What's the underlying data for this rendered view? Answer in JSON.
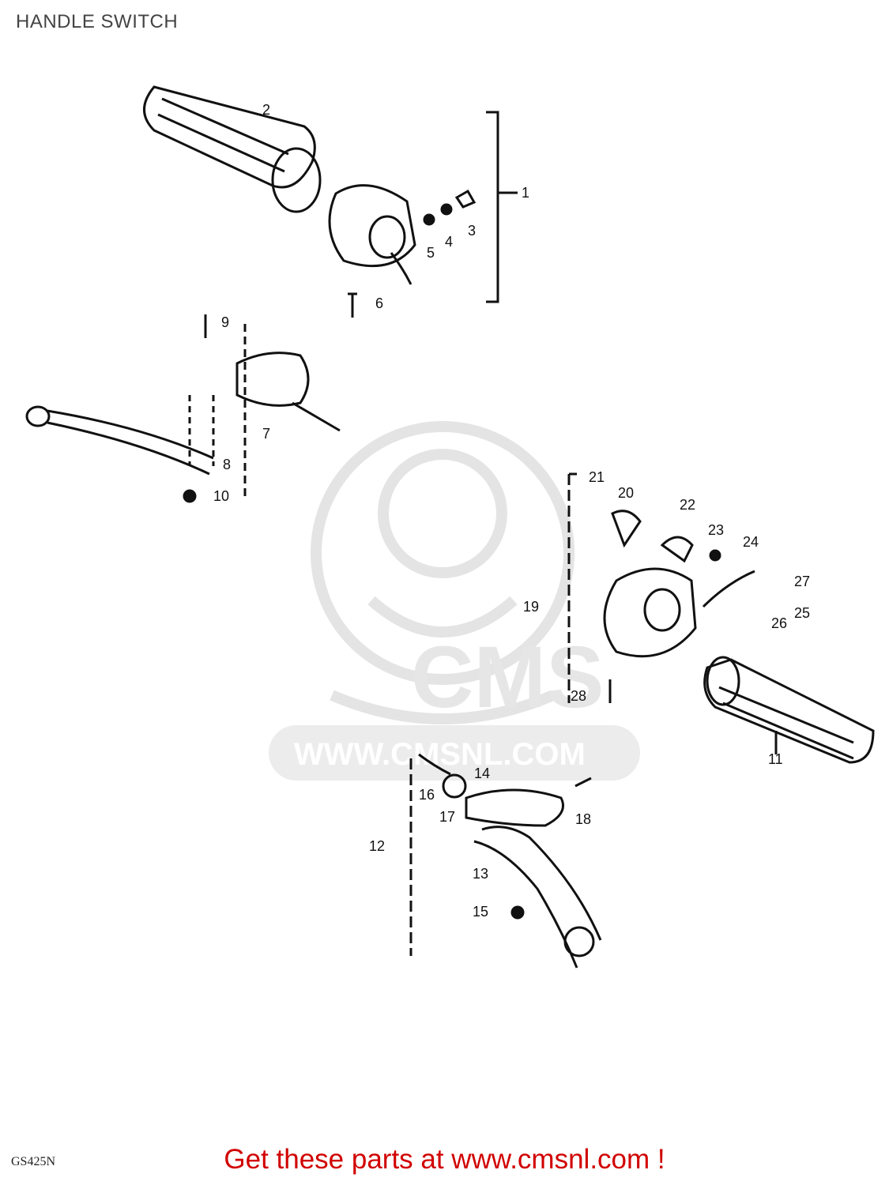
{
  "title": "HANDLE SWITCH",
  "diagram_code": "GS425N",
  "call_to_action": "Get these parts at www.cmsnl.com !",
  "watermark": {
    "brand": "CMS",
    "url": "WWW.CMSNL.COM",
    "color": "#e4e4e4"
  },
  "part_callouts": [
    "1",
    "2",
    "3",
    "4",
    "5",
    "6",
    "7",
    "8",
    "9",
    "10",
    "11",
    "12",
    "13",
    "14",
    "15",
    "16",
    "17",
    "18",
    "19",
    "20",
    "21",
    "22",
    "23",
    "24",
    "25",
    "26",
    "27",
    "28"
  ],
  "colors": {
    "line": "#111111",
    "cta": "#d10000",
    "title": "#444444"
  }
}
